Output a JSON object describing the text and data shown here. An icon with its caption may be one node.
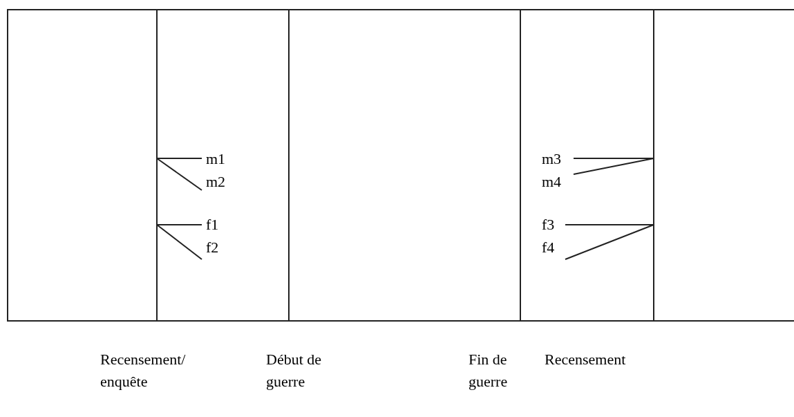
{
  "diagram": {
    "nodes": [
      {
        "text": [
          "m1"
        ]
      },
      {
        "text": [
          "m2"
        ]
      },
      {
        "text": [
          "f1"
        ]
      },
      {
        "text": [
          "f2"
        ]
      },
      {
        "text": [
          "m3"
        ]
      },
      {
        "text": [
          "m4"
        ]
      },
      {
        "text": [
          "f3"
        ]
      },
      {
        "text": [
          "f4"
        ]
      },
      {
        "text": [],
        "shape": "bar"
      },
      {
        "text": [],
        "shape": "bar"
      }
    ],
    "edges": [
      {
        "from": 0,
        "to": 8,
        "arrow": "none"
      },
      {
        "from": 1,
        "to": 8,
        "arrow": "none"
      },
      {
        "from": 2,
        "to": 8,
        "arrow": "none"
      },
      {
        "from": 3,
        "to": 8,
        "arrow": "none"
      },
      {
        "from": 4,
        "to": 9,
        "arrow": "none"
      },
      {
        "from": 5,
        "to": 9,
        "arrow": "none"
      },
      {
        "from": 6,
        "to": 9,
        "arrow": "none"
      },
      {
        "from": 7,
        "to": 9,
        "arrow": "none"
      }
    ],
    "labels": [
      "Recensement/ enquête",
      "Début de guerre",
      "Fin de guerre",
      "Recensement"
    ]
  }
}
